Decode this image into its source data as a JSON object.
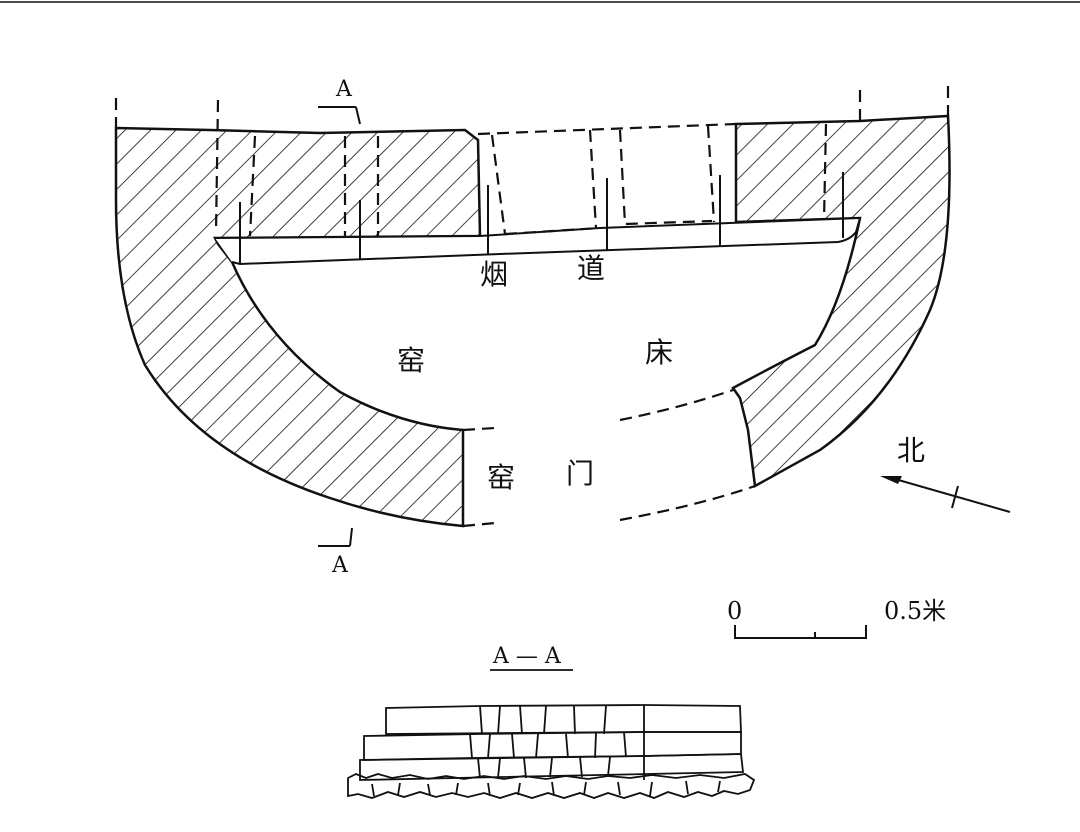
{
  "labels": {
    "chimney_1": "烟",
    "chimney_2": "道",
    "kiln_bed_1": "窑",
    "kiln_bed_2": "床",
    "kiln_door_1": "窑",
    "kiln_door_2": "门",
    "north": "北",
    "section_top": "A",
    "section_bottom": "A",
    "section_title": "A — A"
  },
  "scale_bar": {
    "start": "0",
    "end": "0.5米",
    "length_m": 0.5
  },
  "colors": {
    "ink": "#111111",
    "paper": "#ffffff"
  }
}
